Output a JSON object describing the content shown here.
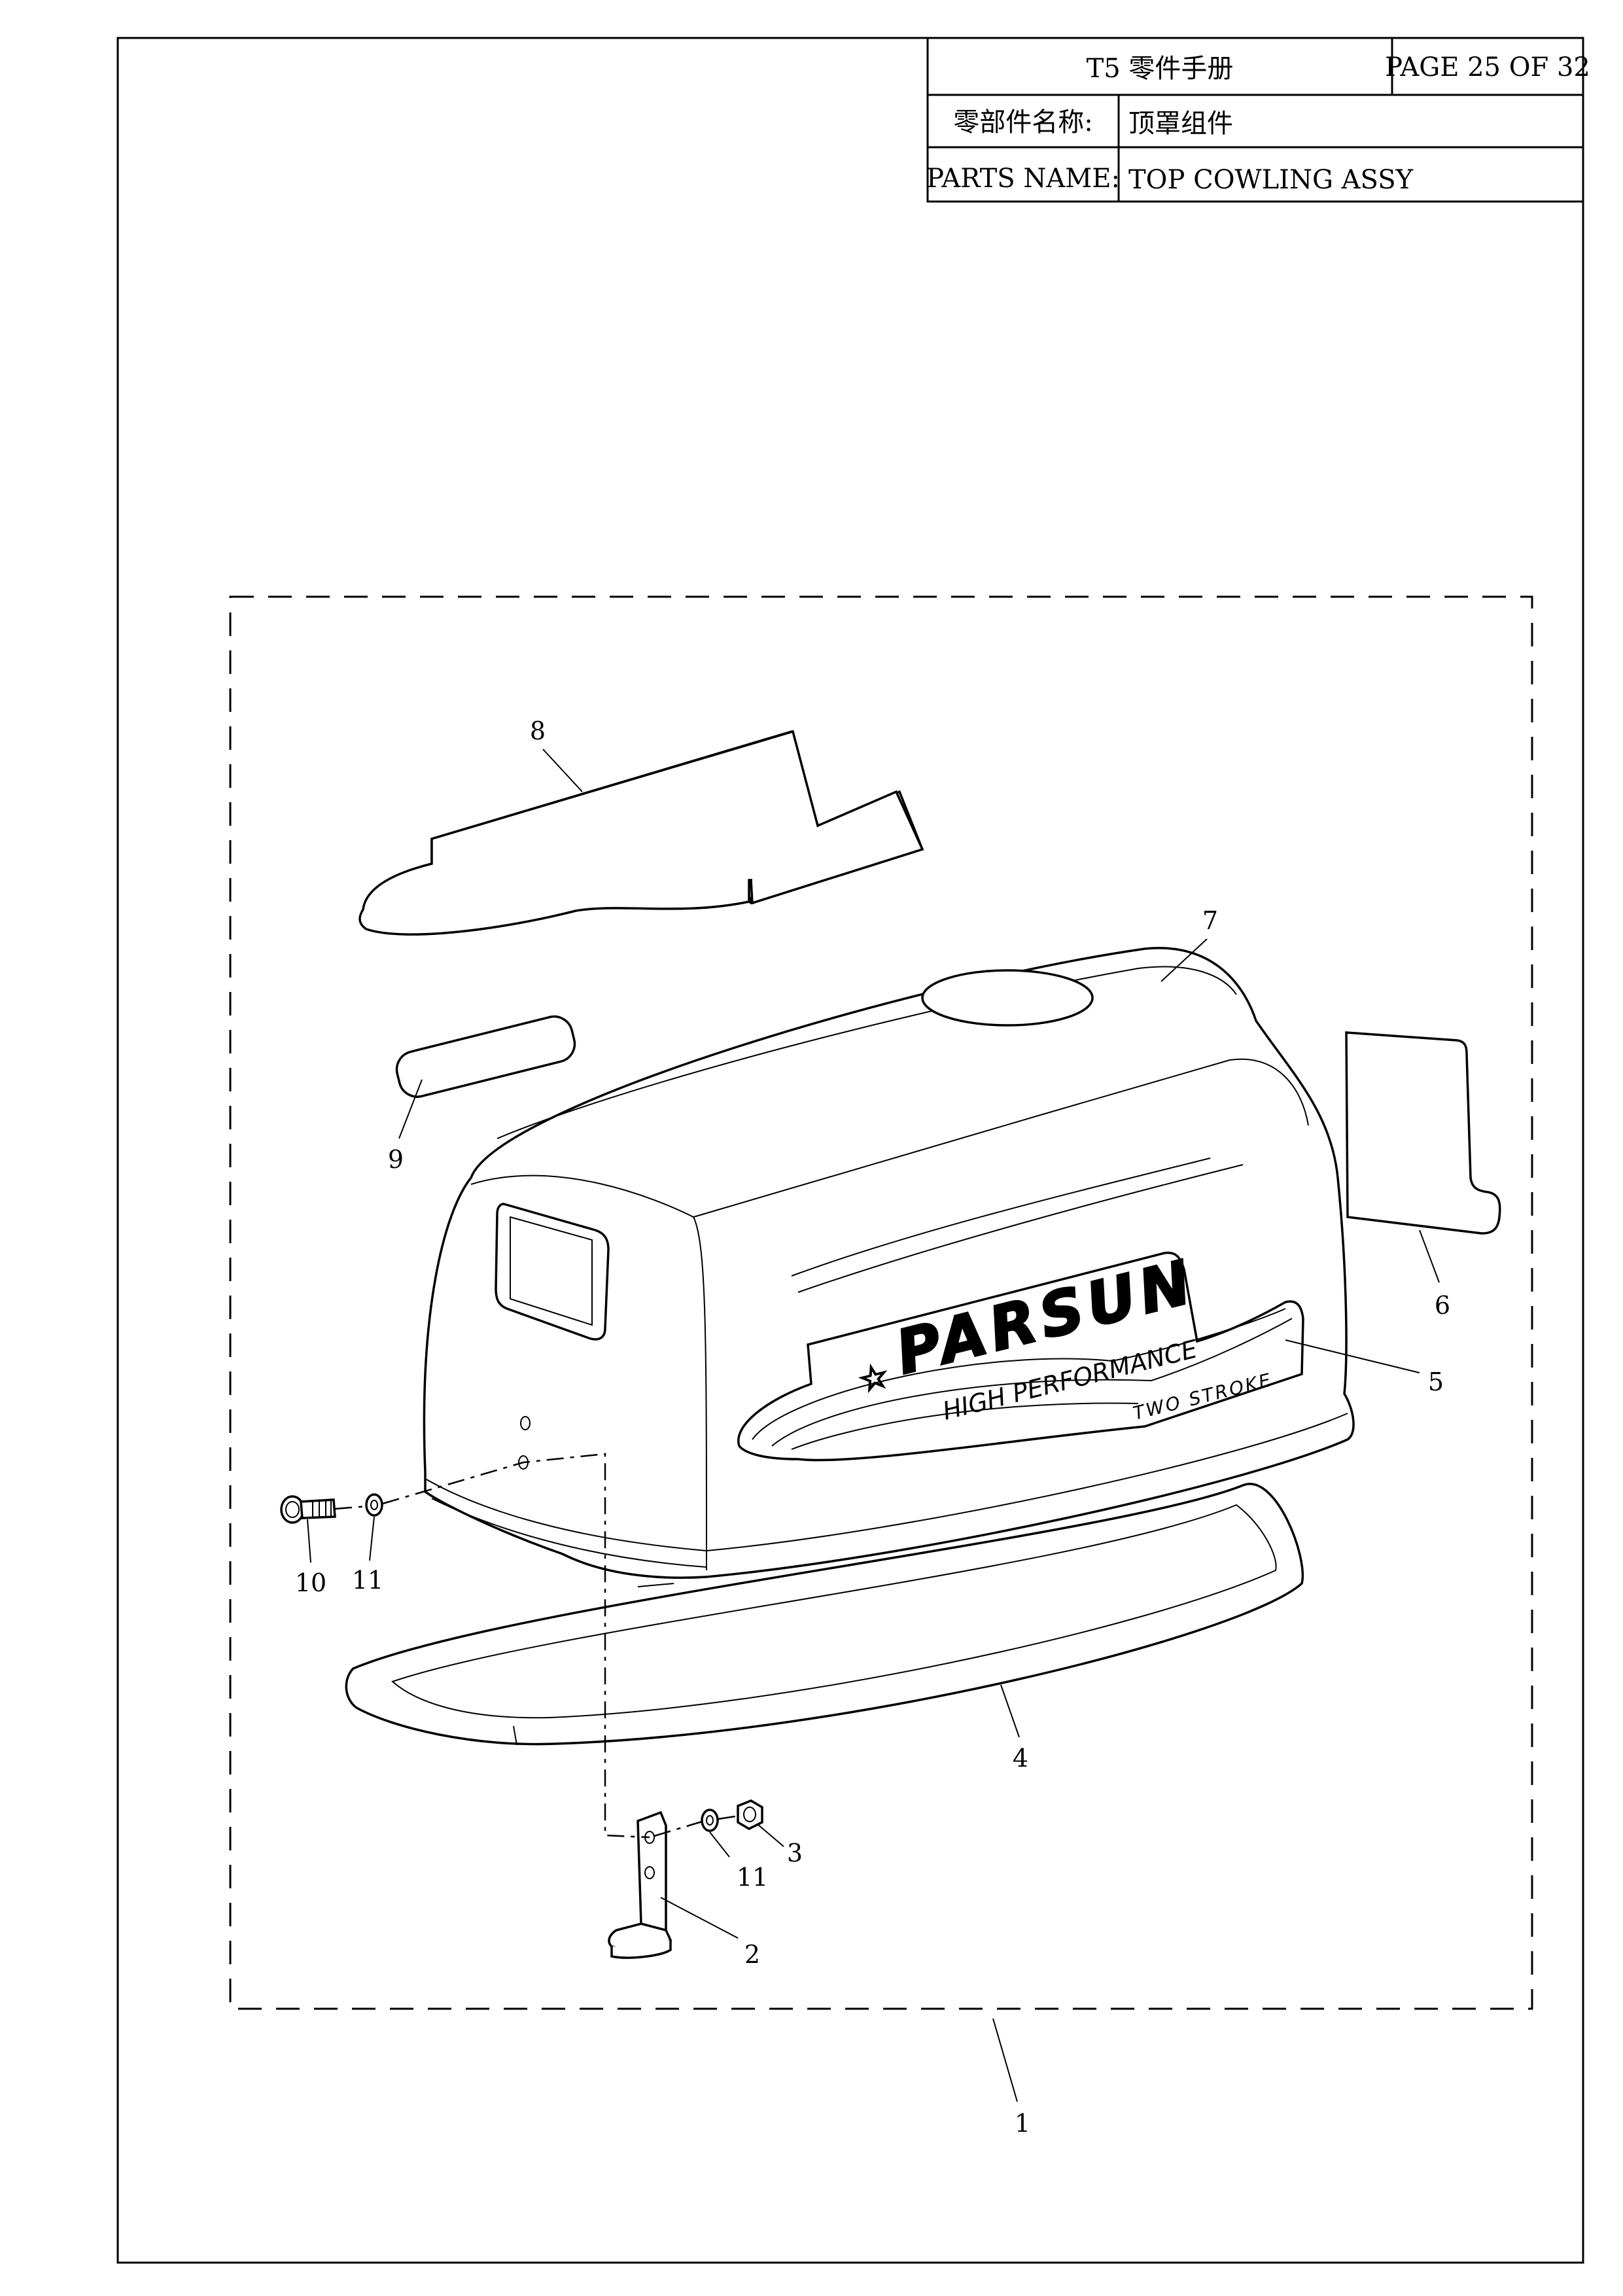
{
  "title_block": {
    "title": "T5 零件手册",
    "page": "PAGE 25 OF 32",
    "name_label_cn": "零部件名称:",
    "name_value_cn": "顶罩组件",
    "name_label_en": "PARTS NAME:",
    "name_value_en": "TOP COWLING ASSY"
  },
  "decal": {
    "brand": "PARSUN",
    "tagline": "HIGH PERFORMANCE",
    "stroke": "TWO STROKE"
  },
  "callouts": [
    {
      "id": "callout-1",
      "label": "1"
    },
    {
      "id": "callout-2",
      "label": "2"
    },
    {
      "id": "callout-3",
      "label": "3"
    },
    {
      "id": "callout-4",
      "label": "4"
    },
    {
      "id": "callout-5",
      "label": "5"
    },
    {
      "id": "callout-6",
      "label": "6"
    },
    {
      "id": "callout-7",
      "label": "7"
    },
    {
      "id": "callout-8",
      "label": "8"
    },
    {
      "id": "callout-9",
      "label": "9"
    },
    {
      "id": "callout-10",
      "label": "10"
    },
    {
      "id": "callout-11a",
      "label": "11"
    },
    {
      "id": "callout-11b",
      "label": "11"
    }
  ]
}
